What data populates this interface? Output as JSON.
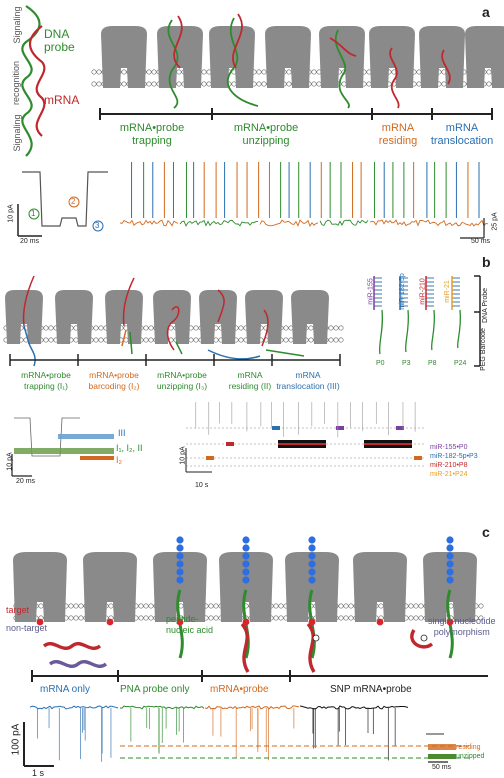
{
  "panel_a": {
    "label": "a",
    "side_labels": [
      "Signaling",
      "recognition",
      "Signaling"
    ],
    "probe_label": "DNA\nprobe",
    "mrna_label": "mRNA",
    "stages": [
      {
        "line1": "mRNA•probe",
        "line2": "trapping",
        "color": "#2e8b2e"
      },
      {
        "line1": "mRNA•probe",
        "line2": "unzipping",
        "color": "#2e8b2e"
      },
      {
        "line1": "mRNA",
        "line2": "residing",
        "color": "#d2691e"
      },
      {
        "line1": "mRNA",
        "line2": "translocation",
        "color": "#2a6fb0"
      }
    ],
    "inset_scale": {
      "y": "10 pA",
      "x": "20 ms"
    },
    "inset_levels": [
      "1",
      "2",
      "3"
    ],
    "trace_scale": {
      "y": "25 pA",
      "x": "50 ms"
    }
  },
  "panel_b": {
    "label": "b",
    "stages": [
      {
        "line1": "mRNA•probe",
        "line2": "trapping (I₁)",
        "color": "#2e8b2e"
      },
      {
        "line1": "mRNA•probe",
        "line2": "barcoding (I₂)",
        "color": "#d2691e"
      },
      {
        "line1": "mRNA•probe",
        "line2": "unzipping (I₃)",
        "color": "#2e8b2e"
      },
      {
        "line1": "mRNA",
        "line2": "residing (II)",
        "color": "#2e8b2e"
      },
      {
        "line1": "mRNA",
        "line2": "translocation (III)",
        "color": "#2a6fb0"
      }
    ],
    "probes": [
      {
        "name": "miR-155",
        "barcode": "P0",
        "color": "#7b3fa0"
      },
      {
        "name": "miR-182-5p",
        "barcode": "P3",
        "color": "#2a6fb0"
      },
      {
        "name": "miR-210",
        "barcode": "P8",
        "color": "#c0282d"
      },
      {
        "name": "miR-21",
        "barcode": "P24",
        "color": "#e8a020"
      }
    ],
    "bracket_dna": "DNA Probe",
    "bracket_peg": "PEG Barcode",
    "inset_levels": {
      "iii": "III",
      "i": "I₁, I₂, II",
      "ib": "I₂"
    },
    "inset_scale": {
      "y": "10 pA",
      "x": "20 ms"
    },
    "trace_scale": {
      "y": "10 pA",
      "x": "10 s"
    },
    "legend": [
      {
        "text": "miR-155•P0",
        "color": "#7b3fa0"
      },
      {
        "text": "miR-182-5p•P3",
        "color": "#2a6fb0"
      },
      {
        "text": "miR-210•P8",
        "color": "#c0282d"
      },
      {
        "text": "miR-21•P24",
        "color": "#e8a020"
      }
    ]
  },
  "panel_c": {
    "label": "c",
    "target": "target",
    "nontarget": "non-target",
    "pna": "peptide-\nnucleic acid",
    "snp": "single-nucleotide\npolymorphism",
    "stages": [
      {
        "text": "mRNA only",
        "color": "#2a6fb0"
      },
      {
        "text": "PNA probe only",
        "color": "#2e8b2e"
      },
      {
        "text": "mRNA•probe",
        "color": "#d2691e"
      },
      {
        "text": "SNP mRNA•probe",
        "color": "#222222"
      }
    ],
    "scale": {
      "y": "100 pA",
      "x": "1 s"
    },
    "inset_scale": "50 ms",
    "residing": "residing",
    "unzipped": "unzipped"
  },
  "colors": {
    "green": "#2e8b2e",
    "red": "#c0282d",
    "orange": "#d2691e",
    "blue": "#2a6fb0",
    "purple": "#7b3fa0",
    "gray": "#8a8a8a"
  }
}
